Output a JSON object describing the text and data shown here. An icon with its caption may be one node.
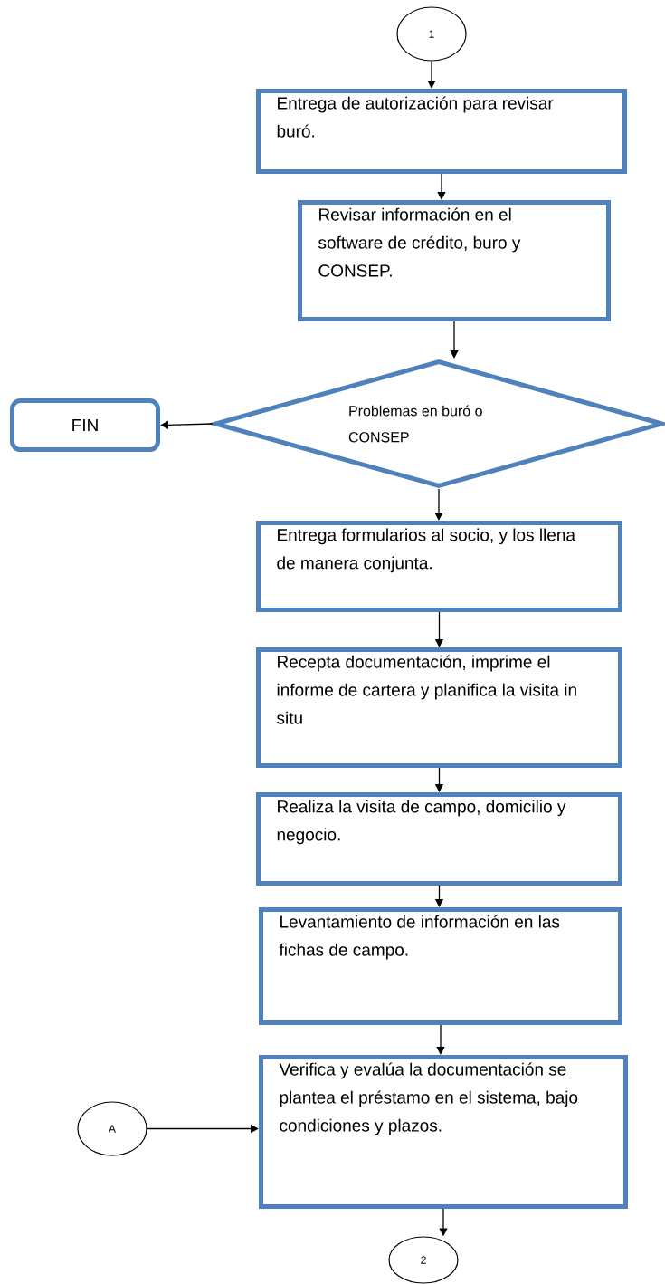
{
  "diagram": {
    "nodes": [
      {
        "text": [
          "1"
        ]
      },
      {
        "text": [
          "Entrega de autorización para revisar buró."
        ]
      },
      {
        "text": [
          "Revisar información en el software de crédito, buro y CONSEP."
        ]
      },
      {
        "text": [
          "Problemas en buró o CONSEP"
        ]
      },
      {
        "text": [
          "FIN"
        ]
      },
      {
        "text": [
          "Entrega formularios al socio, y los llena de manera conjunta."
        ]
      },
      {
        "text": [
          "Recepta documentación, imprime el informe de cartera y planifica la visita in situ"
        ]
      },
      {
        "text": [
          "Realiza la visita de campo, domicilio y negocio."
        ]
      },
      {
        "text": [
          "Levantamiento de información en las fichas de campo."
        ]
      },
      {
        "text": [
          "Verifica y evalúa la documentación se plantea el préstamo en el sistema, bajo condiciones y plazos."
        ]
      },
      {
        "text": [
          "A"
        ]
      },
      {
        "text": [
          "2"
        ]
      }
    ],
    "edges": [
      {
        "from": 0,
        "to": 1,
        "arrow": "to"
      },
      {
        "from": 1,
        "to": 2,
        "arrow": "to"
      },
      {
        "from": 2,
        "to": 3,
        "arrow": "to"
      },
      {
        "from": 3,
        "to": 4,
        "arrow": "to"
      },
      {
        "from": 3,
        "to": 5,
        "arrow": "to"
      },
      {
        "from": 5,
        "to": 6,
        "arrow": "to"
      },
      {
        "from": 6,
        "to": 7,
        "arrow": "to"
      },
      {
        "from": 7,
        "to": 8,
        "arrow": "to"
      },
      {
        "from": 8,
        "to": 9,
        "arrow": "to"
      },
      {
        "from": 10,
        "to": 9,
        "arrow": "to"
      },
      {
        "from": 9,
        "to": 11,
        "arrow": "to"
      }
    ]
  }
}
